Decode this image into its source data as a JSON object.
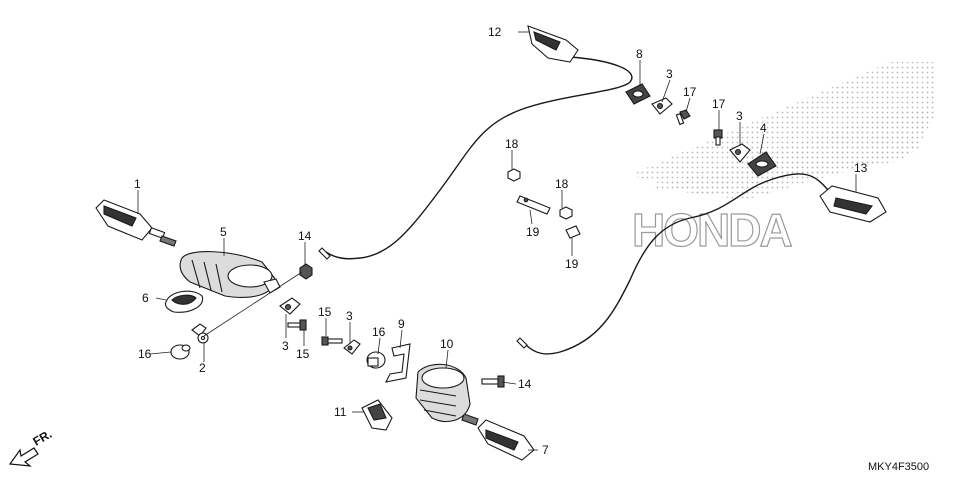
{
  "diagram_code": "MKY4F3500",
  "front_marker": "FR.",
  "watermark_brand": "HONDA",
  "callouts": [
    {
      "id": "c1",
      "num": "1"
    },
    {
      "id": "c2",
      "num": "2"
    },
    {
      "id": "c3a",
      "num": "3"
    },
    {
      "id": "c3b",
      "num": "3"
    },
    {
      "id": "c3c",
      "num": "3"
    },
    {
      "id": "c3d",
      "num": "3"
    },
    {
      "id": "c4",
      "num": "4"
    },
    {
      "id": "c5",
      "num": "5"
    },
    {
      "id": "c6",
      "num": "6"
    },
    {
      "id": "c7",
      "num": "7"
    },
    {
      "id": "c8",
      "num": "8"
    },
    {
      "id": "c9",
      "num": "9"
    },
    {
      "id": "c10",
      "num": "10"
    },
    {
      "id": "c11",
      "num": "11"
    },
    {
      "id": "c12",
      "num": "12"
    },
    {
      "id": "c13",
      "num": "13"
    },
    {
      "id": "c14a",
      "num": "14"
    },
    {
      "id": "c14b",
      "num": "14"
    },
    {
      "id": "c15a",
      "num": "15"
    },
    {
      "id": "c15b",
      "num": "15"
    },
    {
      "id": "c16a",
      "num": "16"
    },
    {
      "id": "c16b",
      "num": "16"
    },
    {
      "id": "c17a",
      "num": "17"
    },
    {
      "id": "c17b",
      "num": "17"
    },
    {
      "id": "c18a",
      "num": "18"
    },
    {
      "id": "c18b",
      "num": "18"
    },
    {
      "id": "c19a",
      "num": "19"
    },
    {
      "id": "c19b",
      "num": "19"
    }
  ]
}
